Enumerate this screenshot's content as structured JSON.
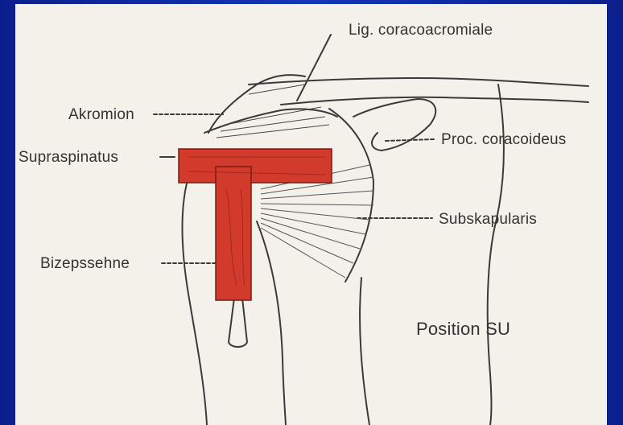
{
  "colors": {
    "background": "#1436b8",
    "panel": "#f4f1eb",
    "highlight": "#d23a2c",
    "ink": "#333333"
  },
  "labels": {
    "lig": "Lig. coracoacromiale",
    "akromion": "Akromion",
    "proc": "Proc. coracoideus",
    "supraspinatus": "Supraspinatus",
    "subskapularis": "Subskapularis",
    "bizepssehne": "Bizepssehne",
    "position": "Position SU"
  }
}
